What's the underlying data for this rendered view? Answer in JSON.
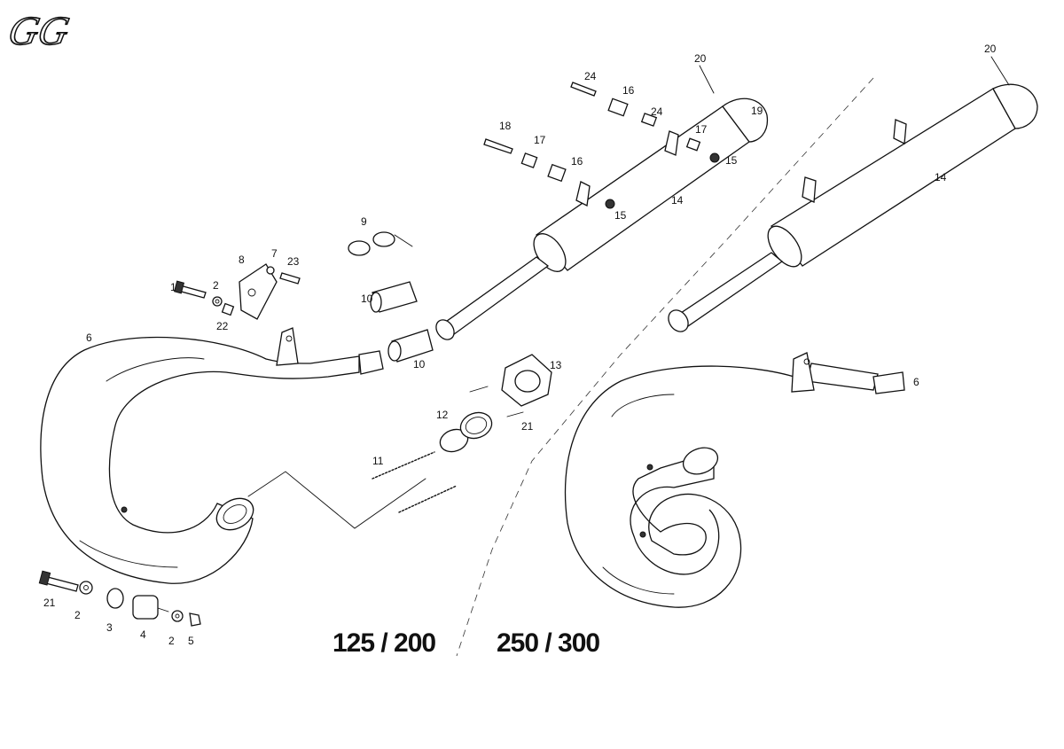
{
  "logo": {
    "text": "GG"
  },
  "models": {
    "left": "125 / 200",
    "right": "250 / 300"
  },
  "callouts": {
    "c1": "1",
    "c2a": "2",
    "c2b": "2",
    "c2c": "2",
    "c3": "3",
    "c4": "4",
    "c5": "5",
    "c6a": "6",
    "c6b": "6",
    "c7": "7",
    "c8": "8",
    "c9": "9",
    "c10a": "10",
    "c10b": "10",
    "c11": "11",
    "c12": "12",
    "c13": "13",
    "c14a": "14",
    "c14b": "14",
    "c15a": "15",
    "c15b": "15",
    "c16a": "16",
    "c16b": "16",
    "c17a": "17",
    "c17b": "17",
    "c18": "18",
    "c19": "19",
    "c20a": "20",
    "c20b": "20",
    "c21a": "21",
    "c21b": "21",
    "c22": "22",
    "c23": "23",
    "c24a": "24",
    "c24b": "24"
  }
}
